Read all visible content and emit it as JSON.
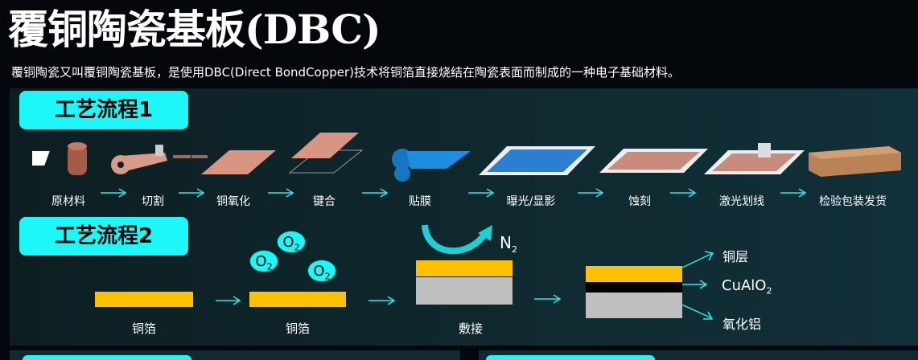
{
  "title": "覆铜陶瓷基板(DBC)",
  "subtitle": "覆铜陶瓷又叫覆铜陶瓷基板，是使用DBC(Direct BondCopper)技术将铜箔直接烧结在陶瓷表面而制成的一种电子基础材料。",
  "process1": {
    "label": "工艺流程1",
    "steps": [
      "原材料",
      "切割",
      "铜氧化",
      "键合",
      "贴膜",
      "曝光/显影",
      "蚀刻",
      "激光划线",
      "检验包装发货"
    ]
  },
  "process2": {
    "label": "工艺流程2",
    "step1": "铜箔",
    "step2": "铜箔",
    "step3": "敷接",
    "o2": "O",
    "n2": "N",
    "sub": "2",
    "layers": {
      "copper": "铜层",
      "interface": "CuAlO",
      "alumina": "氧化铝"
    }
  },
  "colors": {
    "accent": "#1ef7f7",
    "copper": "#ffc000",
    "ceramic": "#bfbfbf"
  }
}
